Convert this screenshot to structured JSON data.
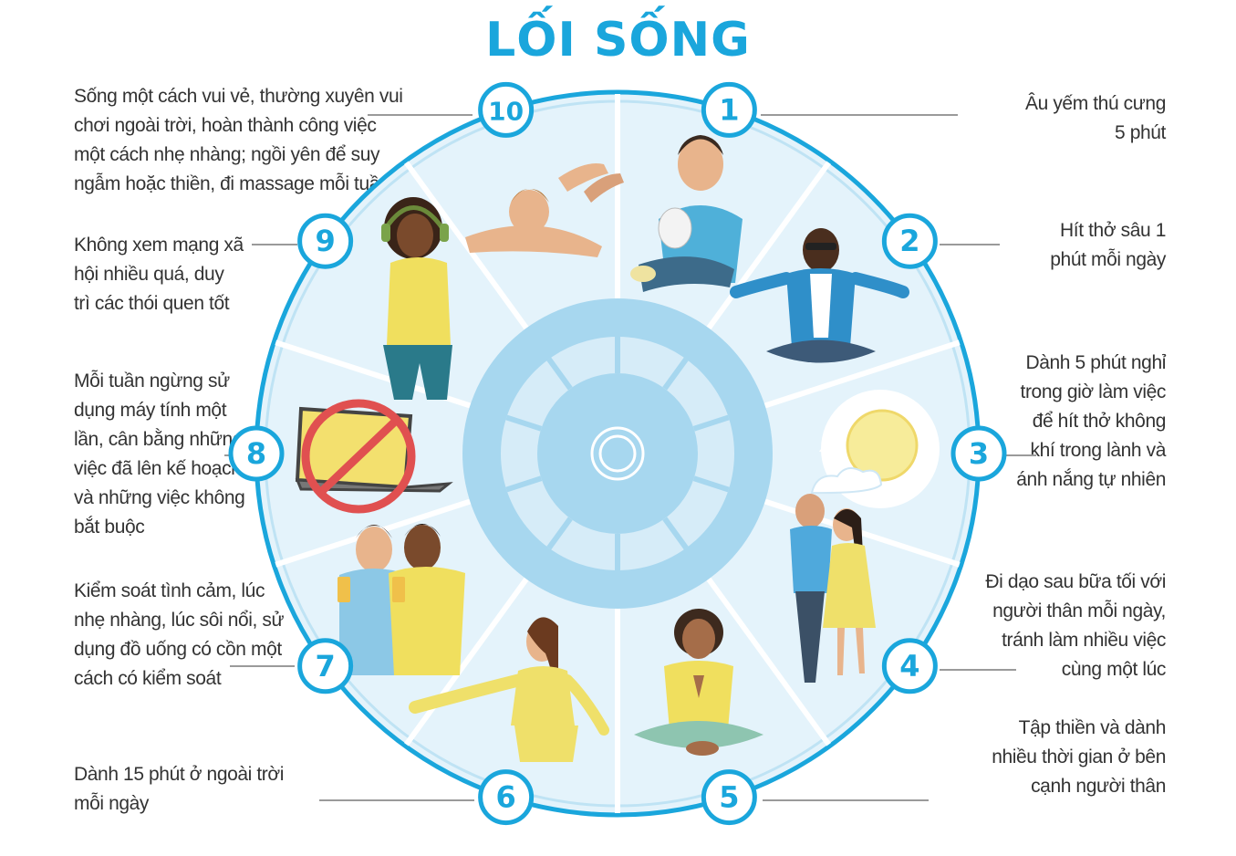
{
  "title": "LỐI SỐNG",
  "colors": {
    "accent": "#1aa6dc",
    "ring": "#a7d7ef",
    "ring_border": "#6ec1e8",
    "segment": "#e4f3fb",
    "divider": "#ffffff",
    "text": "#333333",
    "leader": "#9a9a9a"
  },
  "steps": [
    {
      "number": "1",
      "text": "Âu yếm thú cưng\n5 phút",
      "icon": "person-with-cat-icon"
    },
    {
      "number": "2",
      "text": "Hít thở sâu 1\nphút mỗi ngày",
      "icon": "meditating-man-icon"
    },
    {
      "number": "3",
      "text": "Dành 5 phút nghỉ\ntrong giờ làm việc\nđể hít thở không\nkhí trong lành và\nánh nắng tự nhiên",
      "icon": "sun-cloud-icon"
    },
    {
      "number": "4",
      "text": "Đi dạo sau bữa tối với\nngười thân mỗi ngày,\ntránh làm nhiều việc\ncùng một lúc",
      "icon": "walking-couple-icon"
    },
    {
      "number": "5",
      "text": "Tập thiền và dành\nnhiều thời gian ở bên\ncạnh người thân",
      "icon": "meditating-woman-icon"
    },
    {
      "number": "6",
      "text": "Dành 15 phút ở ngoài trời\nmỗi ngày",
      "icon": "woman-outdoors-icon"
    },
    {
      "number": "7",
      "text": "Kiểm soát tình cảm, lúc\nnhẹ nhàng, lúc sôi nổi, sử\ndụng đồ uống có cồn một\ncách có kiểm soát",
      "icon": "friends-beer-icon"
    },
    {
      "number": "8",
      "text": "Mỗi tuần ngừng sử\ndụng máy tính một\nlần, cân bằng những\nviệc đã lên kế hoạch\nvà những việc không\nbắt buộc",
      "icon": "no-laptop-icon"
    },
    {
      "number": "9",
      "text": "Không xem mạng xã\nhội nhiều quá, duy\ntrì các thói quen tốt",
      "icon": "headphones-woman-icon"
    },
    {
      "number": "10",
      "text": "Sống một cách vui vẻ, thường xuyên vui\nchơi ngoài trời, hoàn thành công việc\nmột cách nhẹ nhàng; ngồi yên để suy\nngẫm hoặc thiền, đi massage mỗi tuần",
      "icon": "massage-icon"
    }
  ]
}
